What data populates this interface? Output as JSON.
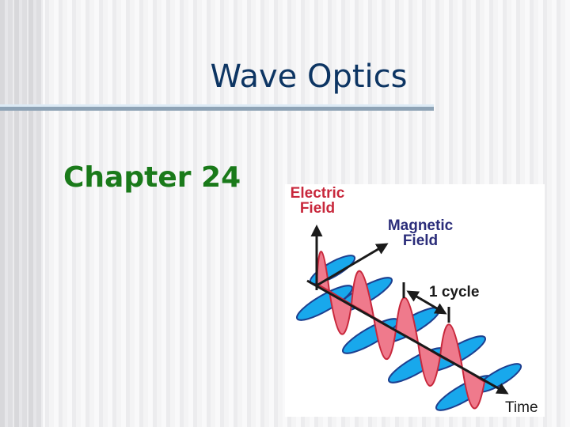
{
  "slide": {
    "title": "Wave Optics",
    "subtitle": "Chapter 24",
    "colors": {
      "title": "#0d3563",
      "subtitle": "#1a7a1a",
      "divider": "#8ea3b6",
      "electric_field": "#c8283c",
      "electric_fill": "#ef7a8c",
      "magnetic_field": "#2b2d7a",
      "magnetic_fill": "#18a8ec"
    }
  },
  "figure": {
    "description": "Electromagnetic wave diagram",
    "labels": {
      "electric_field": [
        "Electric",
        "Field"
      ],
      "magnetic_field": [
        "Magnetic",
        "Field"
      ],
      "cycle": "1 cycle",
      "time": "Time"
    }
  }
}
